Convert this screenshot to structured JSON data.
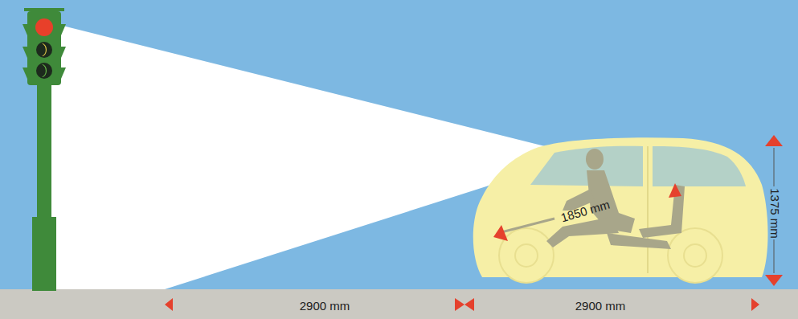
{
  "diagram": {
    "labels": [
      "1850 mm",
      "1375 mm",
      "2900 mm",
      "2900 mm"
    ]
  }
}
